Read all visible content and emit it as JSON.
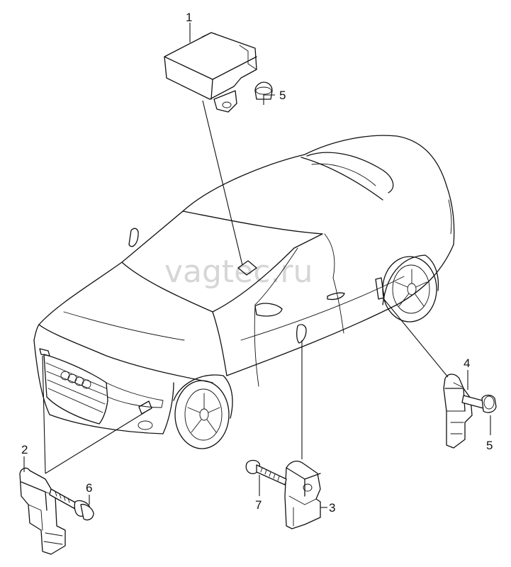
{
  "watermark": "vagtec.ru",
  "callouts": [
    {
      "id": "c1",
      "label": "1"
    },
    {
      "id": "c2",
      "label": "2"
    },
    {
      "id": "c3",
      "label": "3"
    },
    {
      "id": "c4",
      "label": "4"
    },
    {
      "id": "c5a",
      "label": "5"
    },
    {
      "id": "c5b",
      "label": "5"
    },
    {
      "id": "c6",
      "label": "6"
    },
    {
      "id": "c7",
      "label": "7"
    }
  ]
}
